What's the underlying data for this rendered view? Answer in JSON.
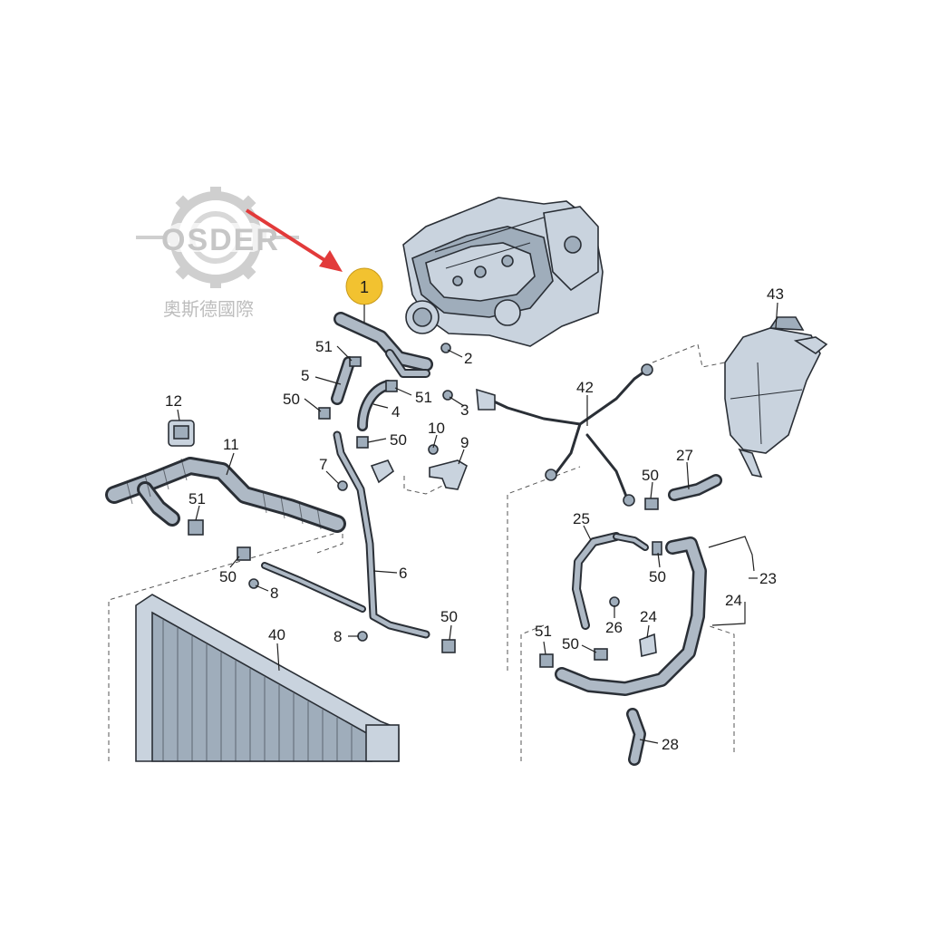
{
  "watermark": {
    "brand": "OSDER",
    "subtitle": "奧斯德國際"
  },
  "highlight": {
    "label": "1",
    "color": "#f2c230",
    "arrow_color": "#e23a3a"
  },
  "labels": {
    "p43": "43",
    "p2": "2",
    "p51a": "51",
    "p5": "5",
    "p51b": "51",
    "p50a": "50",
    "p4": "4",
    "p3": "3",
    "p42": "42",
    "p12": "12",
    "p10": "10",
    "p50b": "50",
    "p9": "9",
    "p11": "11",
    "p7": "7",
    "p27": "27",
    "p50c": "50",
    "p51c": "51",
    "p25": "25",
    "p50d": "50",
    "p8a": "8",
    "p6": "6",
    "p23": "23",
    "p24a": "24",
    "p50e": "50",
    "p50f": "50",
    "p26": "26",
    "p24b": "24",
    "p8b": "8",
    "p40": "40",
    "p51d": "51",
    "p50g": "50",
    "p28": "28"
  }
}
